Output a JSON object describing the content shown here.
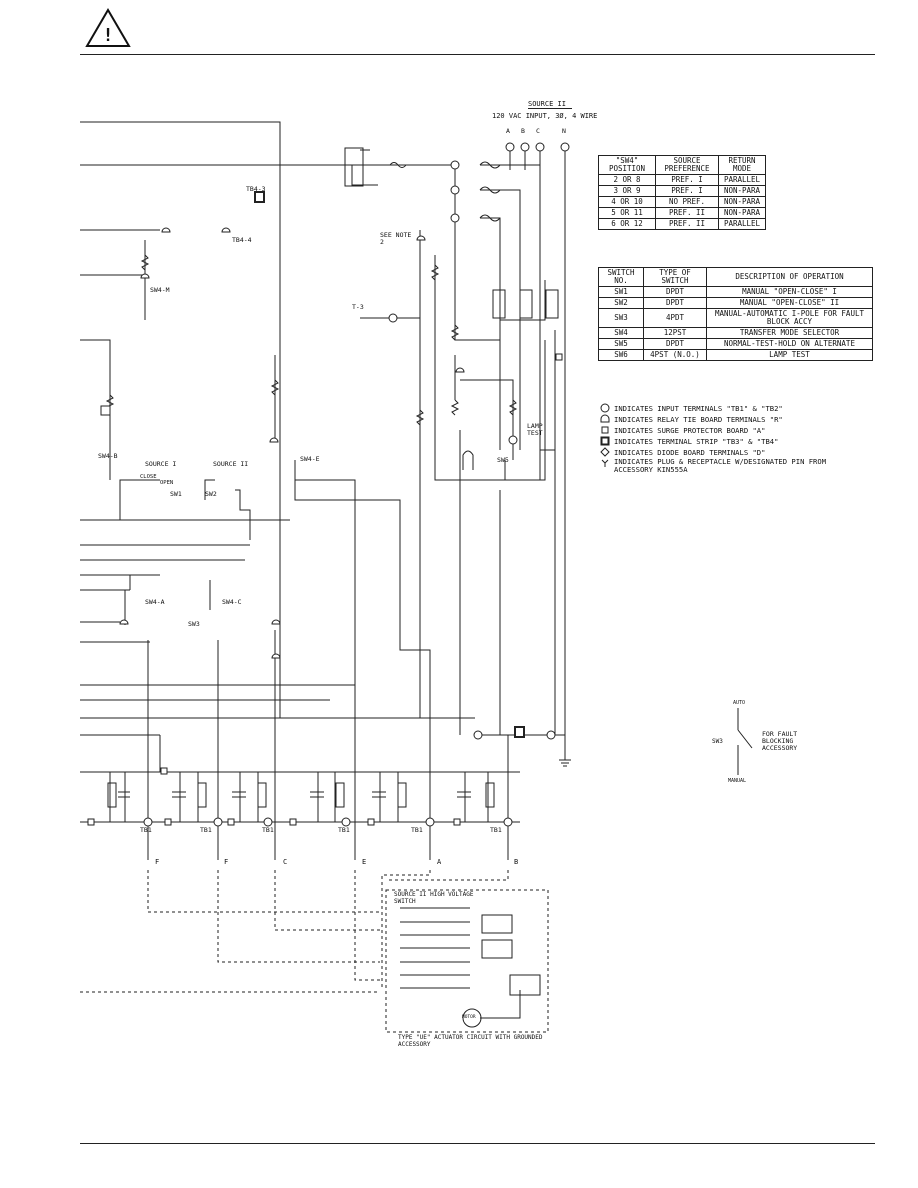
{
  "source_header": {
    "title": "SOURCE II",
    "subtitle": "120 VAC INPUT, 3Ø, 4 WIRE"
  },
  "position_table": {
    "headers": [
      "\"SW4\" POSITION",
      "SOURCE PREFERENCE",
      "RETURN MODE"
    ],
    "rows": [
      [
        "2 OR 8",
        "PREF. I",
        "PARALLEL"
      ],
      [
        "3 OR 9",
        "PREF. I",
        "NON-PARA"
      ],
      [
        "4 OR 10",
        "NO PREF.",
        "NON-PARA"
      ],
      [
        "5 OR 11",
        "PREF. II",
        "NON-PARA"
      ],
      [
        "6 OR 12",
        "PREF. II",
        "PARALLEL"
      ]
    ]
  },
  "switch_table": {
    "headers": [
      "SWITCH NO.",
      "TYPE OF SWITCH",
      "DESCRIPTION OF OPERATION"
    ],
    "rows": [
      [
        "SW1",
        "DPDT",
        "MANUAL \"OPEN-CLOSE\" I"
      ],
      [
        "SW2",
        "DPDT",
        "MANUAL \"OPEN-CLOSE\" II"
      ],
      [
        "SW3",
        "4PDT",
        "MANUAL-AUTOMATIC I-POLE FOR FAULT BLOCK ACCY"
      ],
      [
        "SW4",
        "12PST",
        "TRANSFER MODE SELECTOR"
      ],
      [
        "SW5",
        "DPDT",
        "NORMAL-TEST-HOLD ON ALTERNATE"
      ],
      [
        "SW6",
        "4PST (N.O.)",
        "LAMP TEST"
      ]
    ]
  },
  "legend": [
    {
      "icon": "circle-icon",
      "text": "INDICATES INPUT TERMINALS \"TB1\" & \"TB2\""
    },
    {
      "icon": "dome-icon",
      "text": "INDICATES RELAY TIE BOARD TERMINALS \"R\""
    },
    {
      "icon": "square-icon",
      "text": "INDICATES SURGE PROTECTOR BOARD \"A\""
    },
    {
      "icon": "bold-square-icon",
      "text": "INDICATES TERMINAL STRIP \"TB3\" & \"TB4\""
    },
    {
      "icon": "diamond-icon",
      "text": "INDICATES DIODE BOARD TERMINALS \"D\""
    },
    {
      "icon": "plug-icon",
      "text": "INDICATES PLUG & RECEPTACLE W/DESIGNATED PIN FROM ACCESSORY KIN555A"
    }
  ],
  "labels": {
    "tb4_3": "TB4-3",
    "tb4_4": "TB4-4",
    "see_note": "SEE NOTE 2",
    "t3": "T-3",
    "source1": "SOURCE I",
    "source2": "SOURCE II",
    "sw1": "SW1",
    "sw2": "SW2",
    "sw3": "SW3",
    "sw4a": "SW4-A",
    "sw4c": "SW4-C",
    "sw4b": "SW4-B",
    "sw4e": "SW4-E",
    "sw4m": "SW4-M",
    "sw5": "SW5",
    "lamp_test": "LAMP TEST",
    "auto": "AUTO",
    "manual": "MANUAL",
    "hv_switch": "SOURCE II HIGH VOLTAGE SWITCH",
    "actuator": "TYPE \"UE\" ACTUATOR CIRCUIT WITH GROUNDED ACCESSORY",
    "fault_block": "FOR FAULT BLOCKING ACCESSORY",
    "close": "CLOSE",
    "open": "OPEN",
    "motor": "MOTOR"
  },
  "phase_labels": [
    "A",
    "B",
    "C",
    "N"
  ],
  "bottom_letters": [
    "F",
    "F",
    "C",
    "E",
    "A",
    "B"
  ],
  "tb1_label": "TB1"
}
